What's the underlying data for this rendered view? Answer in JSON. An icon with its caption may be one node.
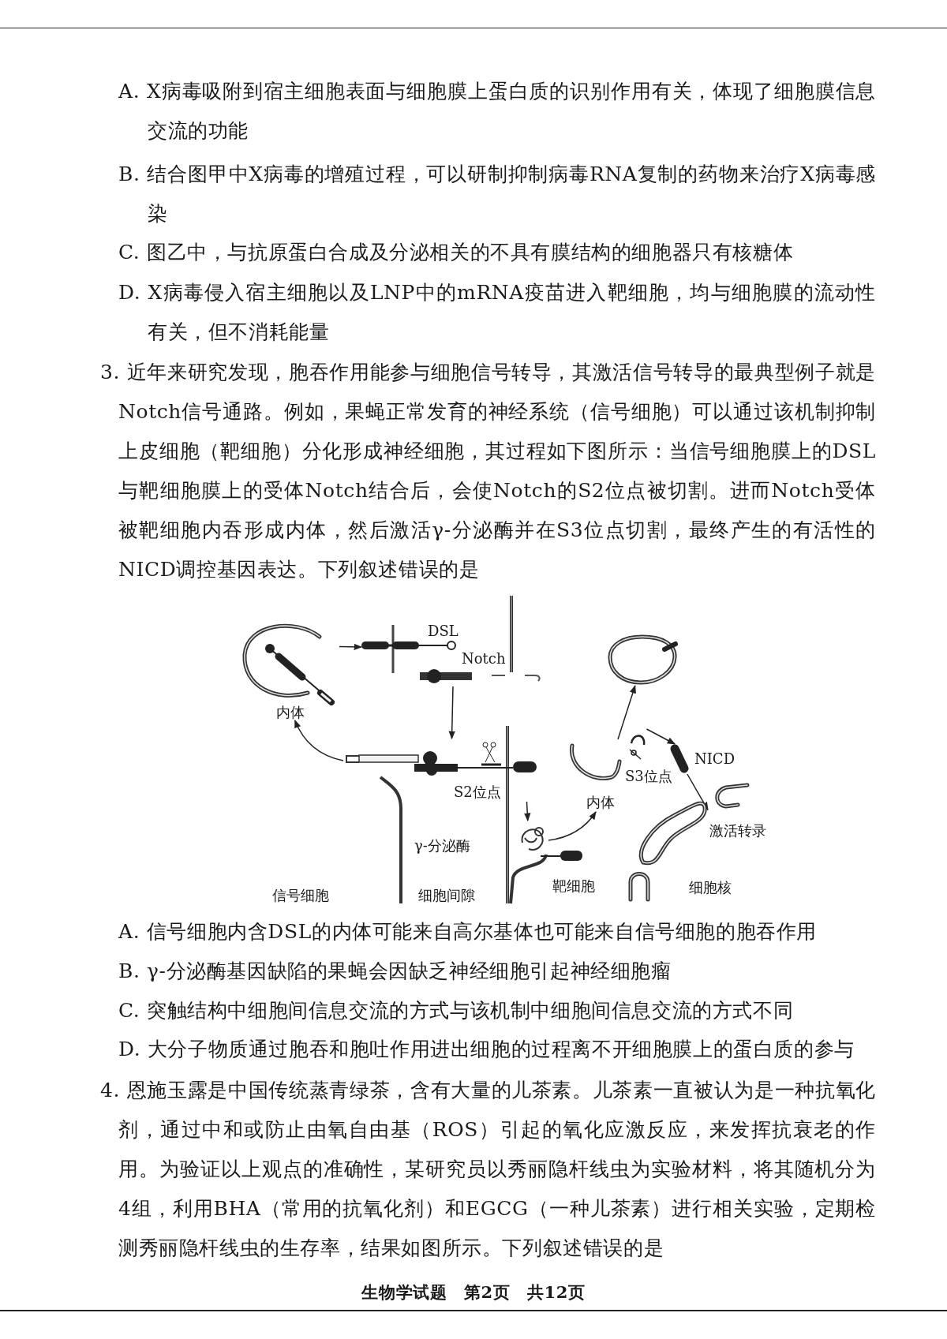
{
  "diagram": {
    "nodes": [
      {
        "text": [
          "内体"
        ]
      },
      {
        "text": [
          "DSL"
        ]
      },
      {
        "text": [
          "Notch"
        ]
      },
      {
        "text": [
          "S2位点"
        ]
      },
      {
        "text": [
          "γ-分泌酶"
        ]
      },
      {
        "text": [
          "内体"
        ]
      },
      {
        "text": [
          "S3位点"
        ]
      },
      {
        "text": [],
        "shape": "circle"
      },
      {
        "text": [
          "NICD"
        ]
      },
      {
        "text": [],
        "shape": "bar"
      }
    ],
    "edges": [
      {
        "from": 0,
        "to": 1,
        "arrow": "to"
      },
      {
        "from": 2,
        "to": 3,
        "arrow": "to"
      },
      {
        "from": 3,
        "to": 0,
        "arrow": "to"
      },
      {
        "from": 3,
        "to": 4,
        "arrow": "to"
      },
      {
        "from": 4,
        "to": 5,
        "arrow": "to"
      },
      {
        "from": 5,
        "to": 7,
        "arrow": "to"
      },
      {
        "from": 6,
        "to": 8,
        "arrow": "to"
      },
      {
        "from": 8,
        "to": 9,
        "arrow": "to",
        "label": "激活转录"
      }
    ],
    "labels": [
      "A. X病毒吸附到宿主细胞表面与细胞膜上蛋白质的识别作用有关，体现了细胞膜信息交流的功能",
      "B. 结合图甲中X病毒的增殖过程，可以研制抑制病毒RNA复制的药物来治疗X病毒感染",
      "C. 图乙中，与抗原蛋白合成及分泌相关的不具有膜结构的细胞器只有核糖体",
      "D. X病毒侵入宿主细胞以及LNP中的mRNA疫苗进入靶细胞，均与细胞膜的流动性有关，但不消耗能量",
      "3. 近年来研究发现，胞吞作用能参与细胞信号转导，其激活信号转导的最典型例子就是Notch信号通路。例如，果蝇正常发育的神经系统（信号细胞）可以通过该机制抑制上皮细胞（靶细胞）分化形成神经细胞，其过程如下图所示：当信号细胞膜上的DSL与靶细胞膜上的受体Notch结合后，会使Notch的S2位点被切割。进而Notch受体被靶细胞内吞形成内体，然后激活γ-分泌酶并在S3位点切割，最终产生的有活性的NICD调控基因表达。下列叙述错误的是",
      "信号细胞",
      "细胞间隙",
      "靶细胞",
      "细胞核",
      "A. 信号细胞内含DSL的内体可能来自高尔基体也可能来自信号细胞的胞吞作用",
      "B. γ-分泌酶基因缺陷的果蝇会因缺乏神经细胞引起神经细胞瘤",
      "C. 突触结构中细胞间信息交流的方式与该机制中细胞间信息交流的方式不同",
      "D. 大分子物质通过胞吞和胞吐作用进出细胞的过程离不开细胞膜上的蛋白质的参与",
      "4. 恩施玉露是中国传统蒸青绿茶，含有大量的儿茶素。儿茶素一直被认为是一种抗氧化剂，通过中和或防止由氧自由基（ROS）引起的氧化应激反应，来发挥抗衰老的作用。为验证以上观点的准确性，某研究员以秀丽隐杆线虫为实验材料，将其随机分为4组，利用BHA（常用的抗氧化剂）和EGCG（一种儿茶素）进行相关实验，定期检测秀丽隐杆线虫的生存率，结果如图所示。下列叙述错误的是",
      "生物学试题　第2页　共12页"
    ]
  }
}
